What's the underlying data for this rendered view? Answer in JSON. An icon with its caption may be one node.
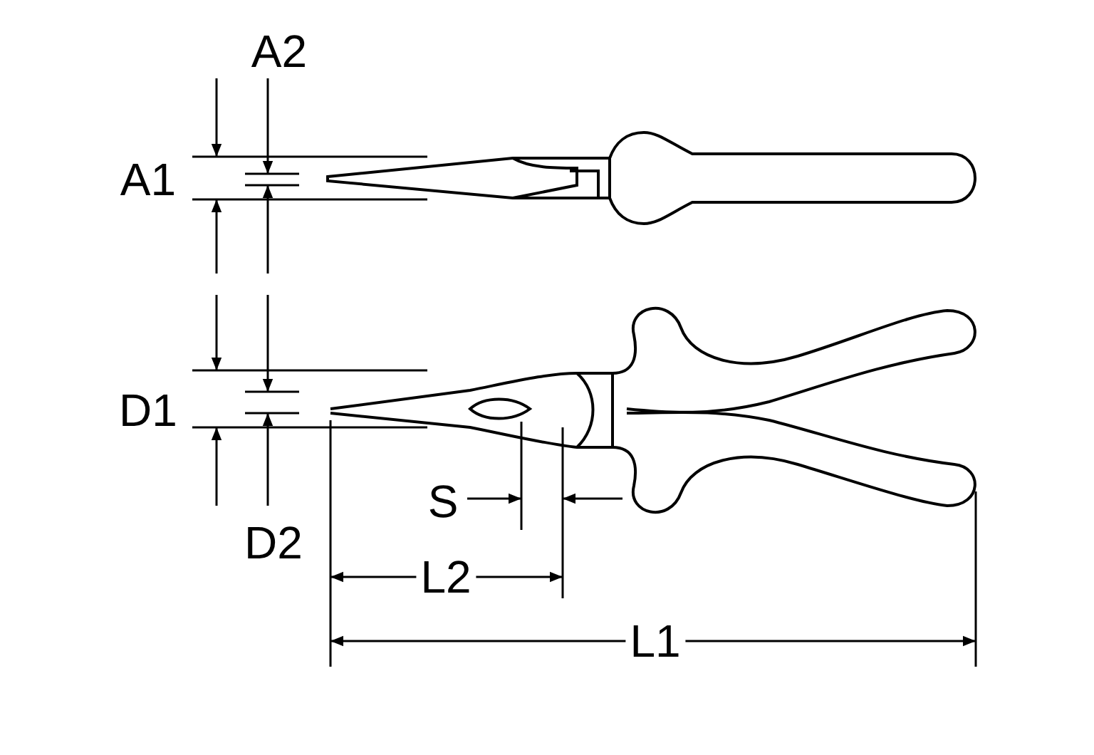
{
  "diagram": {
    "labels": [
      "A2",
      "A1",
      "D1",
      "D2",
      "S",
      "L2",
      "L1"
    ]
  }
}
